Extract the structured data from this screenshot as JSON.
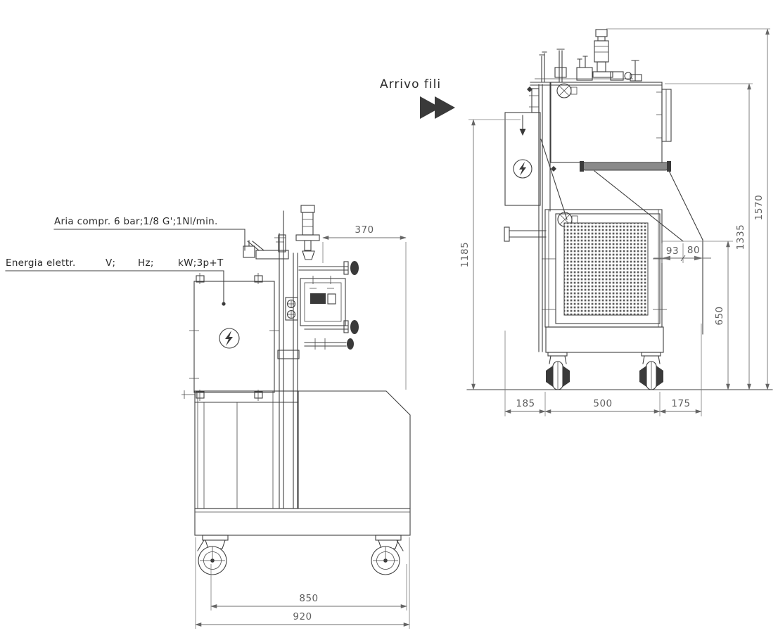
{
  "page": {
    "background": "#ffffff",
    "kind": "technical-drawing"
  },
  "labels": {
    "air_supply": "Aria compr. 6 bar;1/8 G';1Nl/min.",
    "power_supply": {
      "name": "Energia elettr.",
      "volt": "V;",
      "freq": "Hz;",
      "power": "kW;3p+T"
    },
    "wire_arrival": "Arrivo fili"
  },
  "front_view": {
    "dims": {
      "head_offset": "370",
      "wheel_span": "850",
      "overall_width": "920"
    }
  },
  "side_view": {
    "dims": {
      "overall_height": "1570",
      "frame_height": "1335",
      "inlet_height": "1185",
      "chute_left": "93",
      "chute_right": "80",
      "outlet_height": "650",
      "depth_front": "185",
      "depth_body": "500",
      "depth_rear": "175"
    }
  },
  "symbols": {
    "electrical": "lightning-in-circle",
    "wire_direction": "double-right-arrow"
  },
  "style": {
    "line_color": "#3f3f3f",
    "dim_text_color": "#5f5f5f",
    "label_color": "#2b2b2b",
    "background": "#ffffff"
  }
}
